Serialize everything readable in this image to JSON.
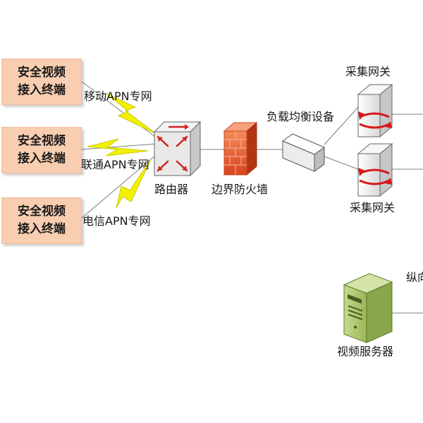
{
  "terminals": [
    {
      "line1": "安全视频",
      "line2": "接入终端"
    },
    {
      "line1": "安全视频",
      "line2": "接入终端"
    },
    {
      "line1": "安全视频",
      "line2": "接入终端"
    }
  ],
  "apn": {
    "mobile": "移动APN专网",
    "unicom": "联通APN专网",
    "telecom": "电信APN专网"
  },
  "devices": {
    "router": "路由器",
    "firewall": "边界防火墙",
    "load_balancer": "负载均衡设备",
    "gateway_top": "采集网关",
    "gateway_bottom": "采集网关",
    "video_server": "视频服务器",
    "cut_label": "纵向"
  },
  "colors": {
    "terminal_fill": "#f8cdb0",
    "lightning": "#f2f200",
    "firewall": "#e8603a",
    "gateway_arrow": "#d81818",
    "server": "#a7c464",
    "line": "#7f7f7f"
  }
}
